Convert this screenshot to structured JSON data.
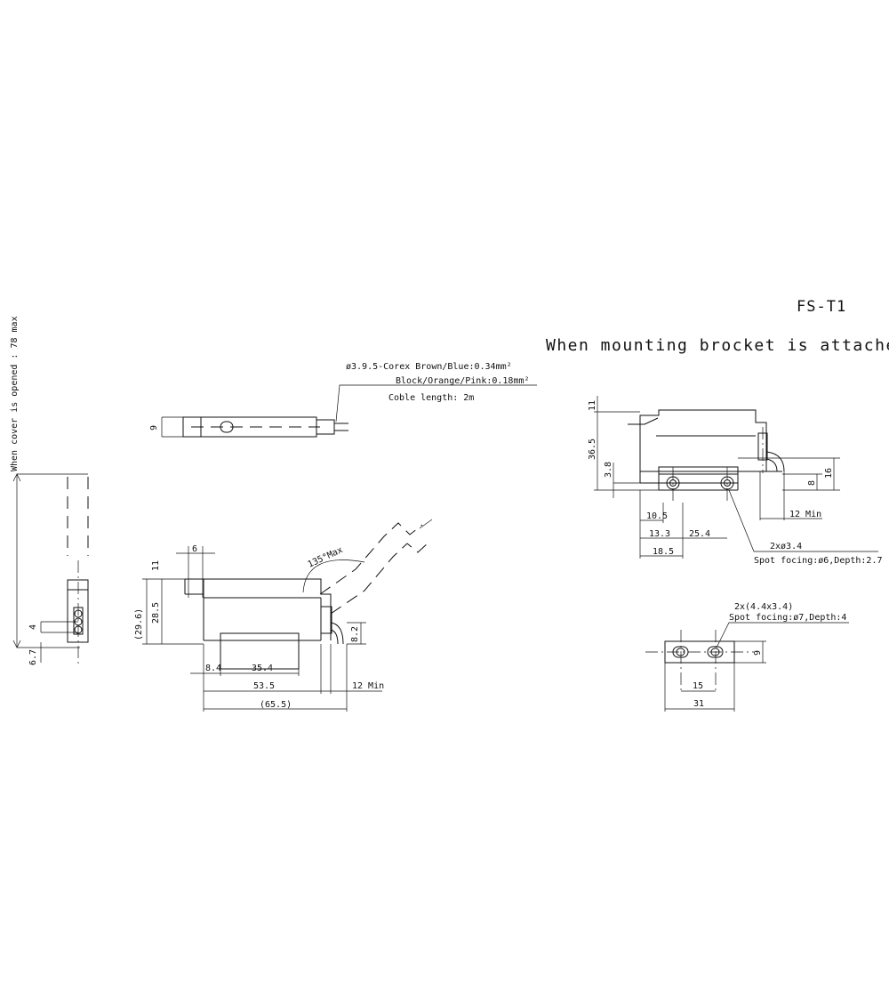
{
  "model": "FS-T1",
  "subtitle": "When mounting brocket is attached",
  "cover_note": "When cover is opened : 78 max",
  "cable": {
    "line1": "ø3.9.5-Corex Brown/Blue:0.34mm²",
    "line2": "Block/Orange/Pink:0.18mm²",
    "line3": "Coble length: 2m"
  },
  "angle": "135°Max",
  "top_view": {
    "h": "9"
  },
  "side_view": {
    "d_6": "6",
    "d_11": "11",
    "d_29_6": "(29.6)",
    "d_28_5": "28.5",
    "d_8_2": "8.2",
    "d_8_4": "8.4",
    "d_35_4": "35.4",
    "d_53_5": "53.5",
    "d_12min": "12  Min",
    "d_65_5": "(65.5)"
  },
  "end_view": {
    "d_4": "4",
    "d_6_7": "6.7"
  },
  "bracket_view": {
    "d_11": "11",
    "d_36_5": "36.5",
    "d_3_8": "3.8",
    "d_8": "8",
    "d_16": "16",
    "d_10_5": "10.5",
    "d_13_3": "13.3",
    "d_25_4": "25.4",
    "d_18_5": "18.5",
    "d_12min": "12  Min",
    "hole_note1": "2xø3.4",
    "hole_note2": "Spot focing:ø6,Depth:2.7"
  },
  "bracket_hole_view": {
    "note1": "2x(4.4x3.4)",
    "note2": "Spot focing:ø7,Depth:4",
    "d_9": "9",
    "d_15": "15",
    "d_31": "31"
  }
}
